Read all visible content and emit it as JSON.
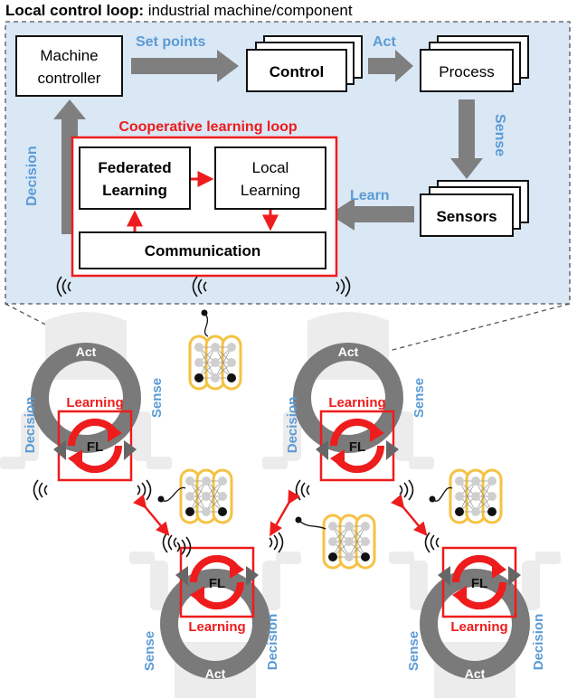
{
  "header": {
    "title_bold": "Local control loop:",
    "title_rest": " industrial machine/component"
  },
  "top": {
    "machine_controller": [
      "Machine",
      "controller"
    ],
    "set_points": "Set points",
    "control": "Control",
    "act": "Act",
    "process": "Process",
    "sense": "Sense",
    "sensors": "Sensors",
    "learn": "Learn",
    "decision": "Decision",
    "coop_title": "Cooperative learning loop",
    "federated": [
      "Federated",
      "Learning"
    ],
    "local": [
      "Local",
      "Learning"
    ],
    "communication": "Communication"
  },
  "robots": [
    {
      "act": "Act",
      "learning": "Learning",
      "fl": "FL",
      "left": "Decision",
      "right": "Sense"
    },
    {
      "act": "Act",
      "learning": "Learning",
      "fl": "FL",
      "left": "Decision",
      "right": "Sense"
    },
    {
      "act": "Act",
      "learning": "Learning",
      "fl": "FL",
      "left": "Sense",
      "right": "Decision"
    },
    {
      "act": "Act",
      "learning": "Learning",
      "fl": "FL",
      "left": "Sense",
      "right": "Decision"
    }
  ],
  "colors": {
    "panel_bg": "#dae7f5",
    "accent_blue": "#5b9bd5",
    "accent_red": "#ee1c1c",
    "gray_arrow": "#7f7f7f",
    "ring_gray": "#7a7a7a",
    "robot_gray": "#ececec",
    "nn_yellow": "#f5c242"
  }
}
